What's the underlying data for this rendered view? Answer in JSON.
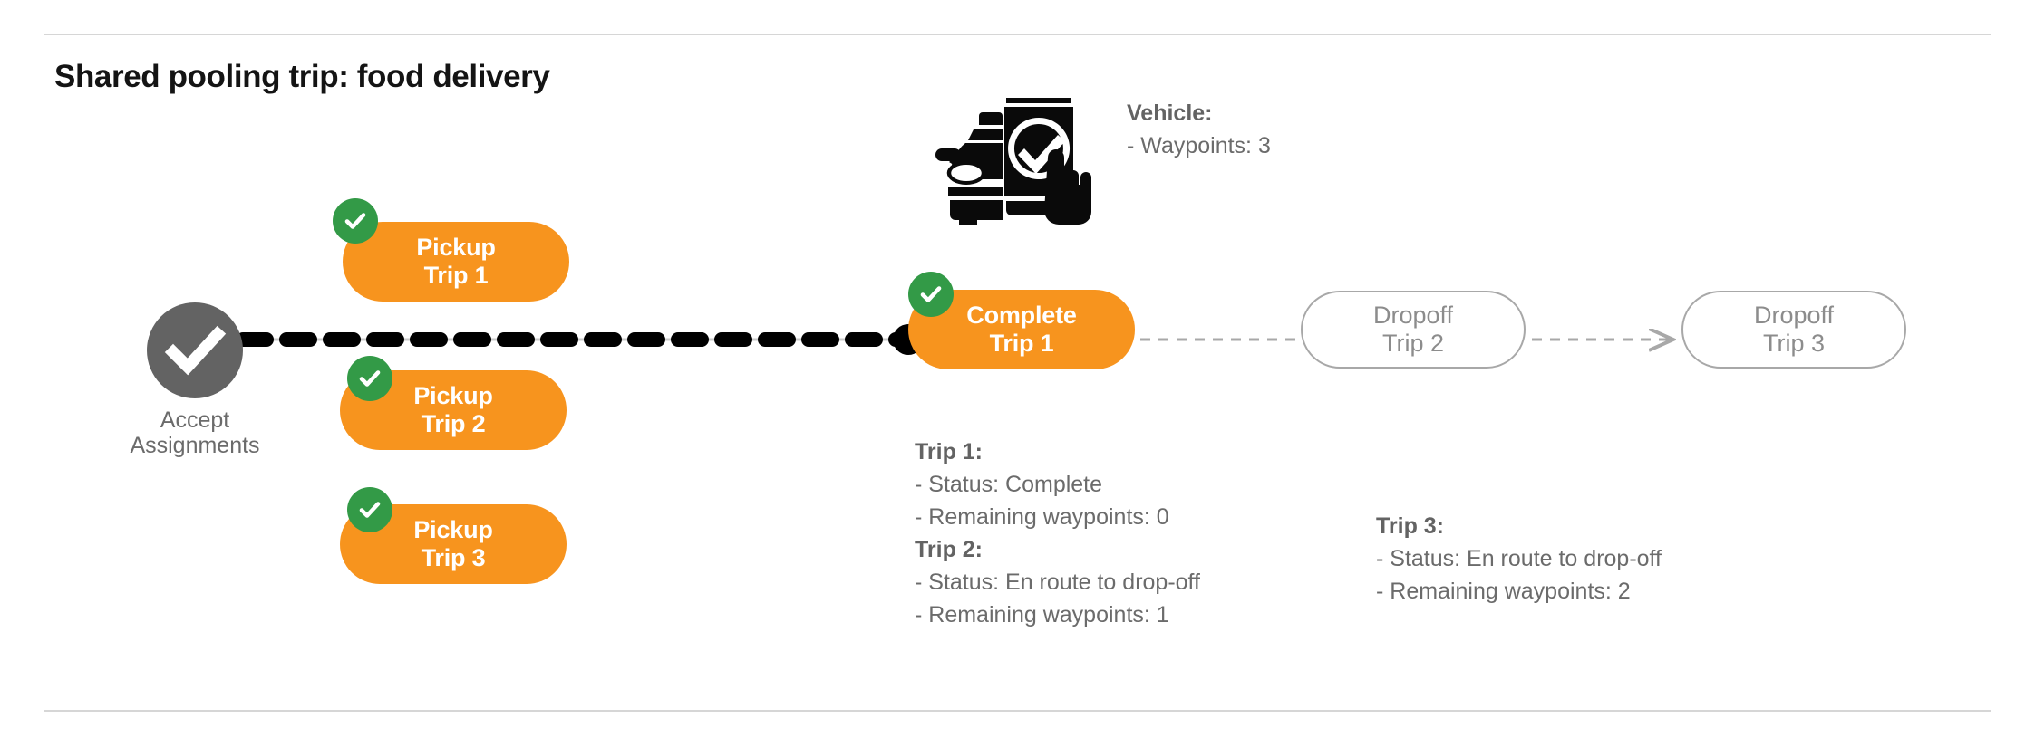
{
  "page": {
    "title": "Shared pooling trip: food delivery"
  },
  "colors": {
    "orange": "#f7941e",
    "green": "#339a47",
    "gray_node": "#636363",
    "gray_text": "#6b6b6b",
    "ghost_border": "#a8a8a8",
    "rule": "#d6d6d6",
    "black": "#000000",
    "white": "#ffffff"
  },
  "flow": {
    "accept": {
      "icon": "check-circle-icon",
      "label": "Accept\nAssignments"
    },
    "pickups": [
      {
        "line1": "Pickup",
        "line2": "Trip 1",
        "badge": "check-badge-icon"
      },
      {
        "line1": "Pickup",
        "line2": "Trip 2",
        "badge": "check-badge-icon"
      },
      {
        "line1": "Pickup",
        "line2": "Trip 3",
        "badge": "check-badge-icon"
      }
    ],
    "complete": {
      "line1": "Complete",
      "line2": "Trip 1",
      "badge": "check-badge-icon"
    },
    "dropoffs": [
      {
        "line1": "Dropoff",
        "line2": "Trip 2"
      },
      {
        "line1": "Dropoff",
        "line2": "Trip 3"
      }
    ]
  },
  "vehicle_icon": "car-phone-check-icon",
  "info": {
    "vehicle": {
      "header": "Vehicle:",
      "rows": [
        "- Waypoints: 3"
      ]
    },
    "trip1": {
      "header": "Trip 1:",
      "status": "- Status:  Complete",
      "waypoints": "- Remaining waypoints: 0"
    },
    "trip2": {
      "header": "Trip 2:",
      "status": "- Status:  En route to drop-off",
      "waypoints": "- Remaining waypoints: 1"
    },
    "trip3": {
      "header": "Trip 3:",
      "status": "- Status:  En route to drop-off",
      "waypoints": "- Remaining waypoints: 2"
    }
  }
}
